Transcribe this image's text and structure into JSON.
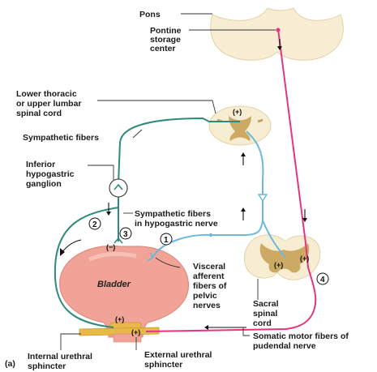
{
  "colors": {
    "sympathetic": "#2f8a7c",
    "visceral_afferent": "#6bb7de",
    "somatic_motor": "#e8347f",
    "cord_tissue": "#f6edd3",
    "gray_matter": "#c9a257",
    "bladder": "#f0a396",
    "sphincter": "#e8b84a"
  },
  "labels": {
    "pons": "Pons",
    "pontine": [
      "Pontine",
      "storage",
      "center"
    ],
    "lower_thoracic": [
      "Lower thoracic",
      "or upper lumbar",
      "spinal cord"
    ],
    "sympathetic_fibers": "Sympathetic fibers",
    "inferior_ganglion": [
      "Inferior",
      "hypogastric",
      "ganglion"
    ],
    "sympathetic_hypogastric": [
      "Sympathetic fibers",
      "in hypogastric nerve"
    ],
    "bladder": "Bladder",
    "visceral_afferent": [
      "Visceral",
      "afferent",
      "fibers of",
      "pelvic",
      "nerves"
    ],
    "sacral_cord": [
      "Sacral",
      "spinal",
      "cord"
    ],
    "somatic_motor": [
      "Somatic motor fibers of",
      "pudendal nerve"
    ],
    "internal_sphincter": [
      "Internal urethral",
      "sphincter"
    ],
    "external_sphincter": [
      "External urethral",
      "sphincter"
    ],
    "panel": "(a)"
  },
  "step_numbers": [
    "1",
    "2",
    "3",
    "4"
  ],
  "signs": {
    "plus": "(+)",
    "minus": "(−)"
  },
  "icons": {
    "ganglion": "ganglion-circle-icon"
  }
}
